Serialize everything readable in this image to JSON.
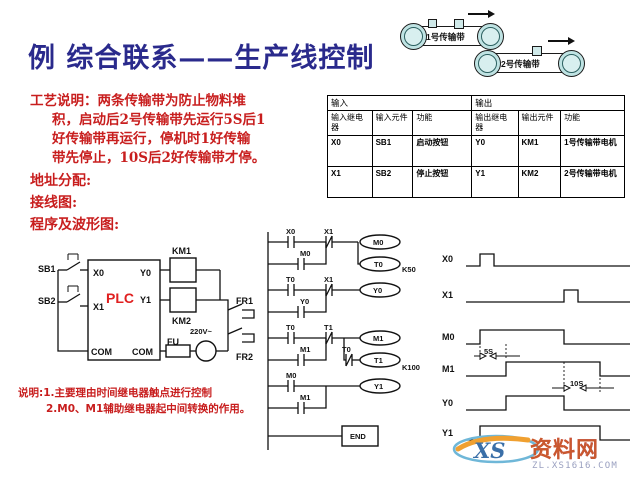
{
  "title": "例  综合联系——生产线控制",
  "description": {
    "lead": "工艺说明：",
    "line1": "两条传输带为防止物料堆",
    "line2": "积，启动后2号传输带先运行5S后1",
    "line3": "好传输带再运行，停机时1好传输",
    "line4": "带先停止，10S后2好传输带才停。"
  },
  "sections": {
    "address": "地址分配:",
    "wiring": "接线图:",
    "program": "程序及波形图:"
  },
  "notes": {
    "line1": "说明:1.主要理由时间继电器触点进行控制",
    "line2": "2.M0、M1辅助继电器起中间转换的作用。"
  },
  "conveyor": {
    "belt1_label": "1号传输带",
    "belt2_label": "2号传输带"
  },
  "io_table": {
    "group_input": "输入",
    "group_output": "输出",
    "headers": {
      "in_relay": "输入继电器",
      "in_element": "输入元件",
      "in_function": "功能",
      "out_relay": "输出继电器",
      "out_element": "输出元件",
      "out_function": "功能"
    },
    "rows": [
      {
        "in_relay": "X0",
        "in_element": "SB1",
        "in_function": "启动按钮",
        "out_relay": "Y0",
        "out_element": "KM1",
        "out_function": "1号传输带电机"
      },
      {
        "in_relay": "X1",
        "in_element": "SB2",
        "in_function": "停止按钮",
        "out_relay": "Y1",
        "out_element": "KM2",
        "out_function": "2号传输带电机"
      }
    ]
  },
  "wiring_diagram": {
    "plc_label": "PLC",
    "sb1": "SB1",
    "sb2": "SB2",
    "x0": "X0",
    "x1": "X1",
    "y0": "Y0",
    "y1": "Y1",
    "com_left": "COM",
    "com_right": "COM",
    "km1": "KM1",
    "km2": "KM2",
    "fu": "FU",
    "supply": "220V~",
    "fr1": "FR1",
    "fr2": "FR2"
  },
  "ladder": {
    "rung1": {
      "c1": "X0",
      "c2": "X1",
      "latch": "M0",
      "coil1": "M0",
      "coil2": "T0",
      "preset": "K50"
    },
    "rung2": {
      "c1": "T0",
      "c2": "X1",
      "latch": "Y0",
      "coil": "Y0"
    },
    "rung3": {
      "c1": "T0",
      "c2": "T1",
      "latch": "M1",
      "coil1": "M1",
      "c3": "T0",
      "coil2": "T1",
      "preset": "K100"
    },
    "rung4": {
      "c1": "M0",
      "latch": "M1",
      "coil": "Y1"
    },
    "end": "END"
  },
  "timing": {
    "signals": [
      "X0",
      "X1",
      "M0",
      "M1",
      "Y0",
      "Y1"
    ],
    "annotations": {
      "delay_on": "5S",
      "delay_off": "10S"
    }
  },
  "watermark": {
    "mark": "XS",
    "name": "资料网",
    "url": "ZL.XS1616.COM"
  },
  "colors": {
    "title": "#2a2a8c",
    "red_text": "#c81e1e",
    "plc_red": "#e02020",
    "roller": "#bfe3e3"
  }
}
